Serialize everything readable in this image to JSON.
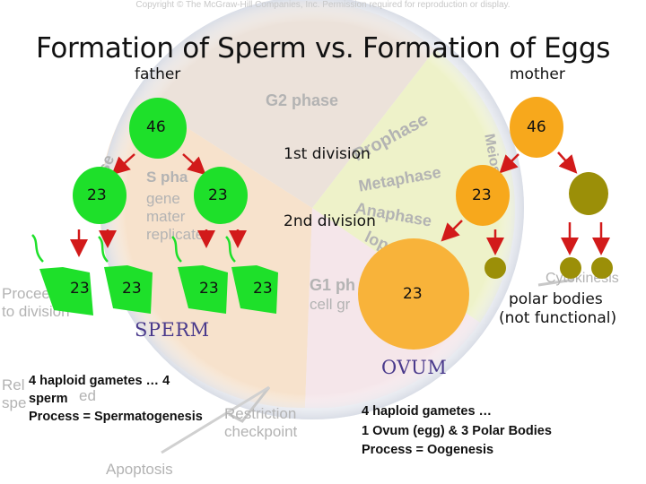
{
  "copyright": "Copyright © The McGraw-Hill Companies, Inc. Permission required for reproduction or display.",
  "title": "Formation of Sperm vs. Formation of Eggs",
  "labels": {
    "father": "father",
    "mother": "mother",
    "first_division": "1st division",
    "second_division": "2nd division",
    "polar_bodies": "polar bodies",
    "not_functional": "(not functional)",
    "sperm": "SPERM",
    "ovum": "OVUM"
  },
  "background_cycle": {
    "g2": "G2 phase",
    "s_phase": "S pha",
    "genetic": "gene",
    "material": "mater",
    "replicates": "replicates",
    "prophase": "Prophase",
    "metaphase": "Metaphase",
    "anaphase": "Anaphase",
    "telophase": "lop",
    "g1": "G1 ph",
    "cell_growth": "cell gr",
    "meiosis": "Meiosis",
    "interphase": "erphase",
    "cytokinesis": "Cytokinesis",
    "proceed": "Procee",
    "to_division": "to division",
    "restriction": "Restriction",
    "checkpoint": "checkpoint",
    "apoptosis": "Apoptosis",
    "rel": "Rel",
    "spec": "spe",
    "ed": "ed"
  },
  "counts": {
    "father": "46",
    "sperm_level1_left": "23",
    "sperm_level1_right": "23",
    "sperm_1": "23",
    "sperm_2": "23",
    "sperm_3": "23",
    "sperm_4": "23",
    "mother": "46",
    "oocyte": "23",
    "ovum": "23"
  },
  "captions": {
    "sperm_line1": "4 haploid gametes … 4",
    "sperm_line2": "sperm",
    "sperm_line3": "Process = Spermatogenesis",
    "egg_line1": "4 haploid gametes …",
    "egg_line2": "1 Ovum (egg) & 3 Polar Bodies",
    "egg_line3": "Process = Oogenesis"
  },
  "colors": {
    "sperm_green": "#1ee02a",
    "egg_orange": "#f7a81c",
    "ovum_orange": "#f8b33a",
    "polar_olive": "#9b8f08",
    "arrow_red": "#d21a1a"
  }
}
